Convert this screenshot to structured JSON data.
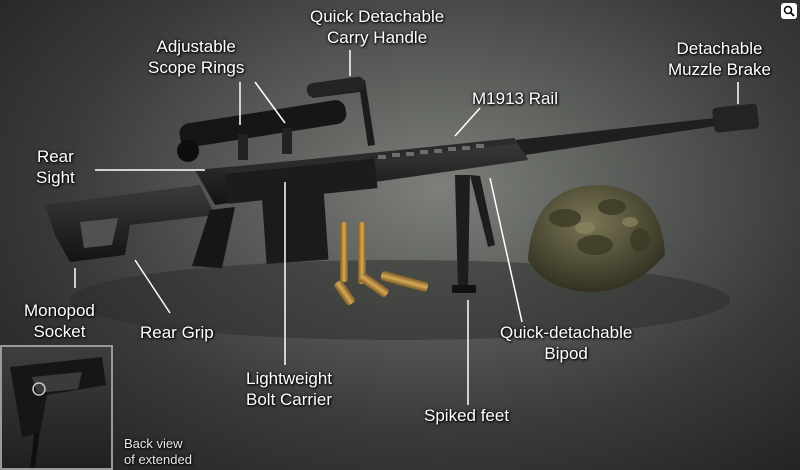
{
  "labels": {
    "carry_handle": [
      "Quick Detachable",
      "Carry Handle"
    ],
    "scope_rings": [
      "Adjustable",
      "Scope Rings"
    ],
    "muzzle_brake": [
      "Detachable",
      "Muzzle Brake"
    ],
    "rail": "M1913 Rail",
    "rear_sight": [
      "Rear",
      "Sight"
    ],
    "monopod": [
      "Monopod",
      "Socket"
    ],
    "rear_grip": "Rear Grip",
    "bolt_carrier": [
      "Lightweight",
      "Bolt Carrier"
    ],
    "spiked_feet": "Spiked feet",
    "bipod": [
      "Quick-detachable",
      "Bipod"
    ],
    "inset_caption": [
      "Back view",
      "of extended"
    ]
  },
  "icons": {
    "zoom": "magnifier-icon"
  },
  "colors": {
    "label_text": "#ffffff",
    "leader_line": "#ffffff",
    "helmet_camo": "#5b5a3c"
  }
}
